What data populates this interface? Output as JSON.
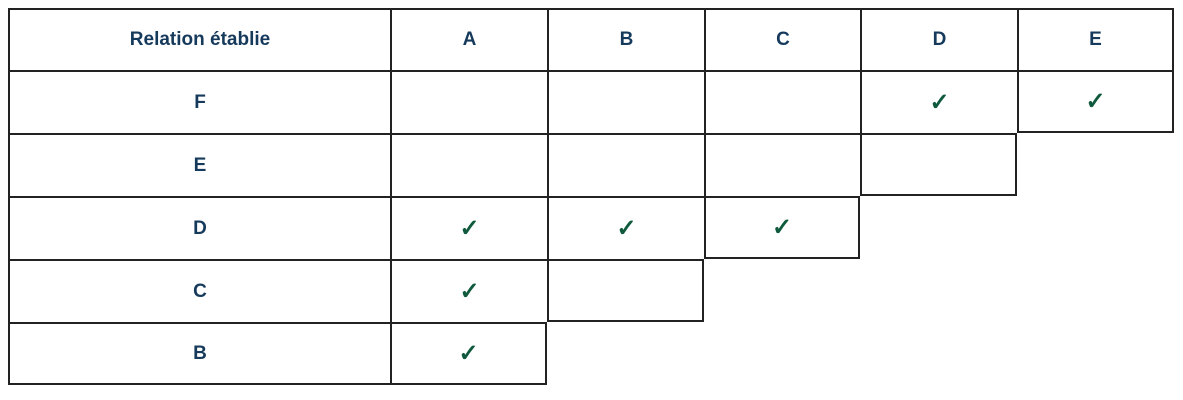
{
  "table": {
    "corner": "Relation établie",
    "columns": [
      "A",
      "B",
      "C",
      "D",
      "E"
    ],
    "rows": [
      {
        "label": "F",
        "cells": [
          false,
          false,
          false,
          true,
          true
        ]
      },
      {
        "label": "E",
        "cells": [
          false,
          false,
          false,
          false
        ]
      },
      {
        "label": "D",
        "cells": [
          true,
          true,
          true
        ]
      },
      {
        "label": "C",
        "cells": [
          true,
          false
        ]
      },
      {
        "label": "B",
        "cells": [
          true
        ]
      }
    ]
  },
  "check_mark": "✓",
  "colors": {
    "text": "#163a5c",
    "check": "#0f5a3c",
    "border": "#222222"
  }
}
